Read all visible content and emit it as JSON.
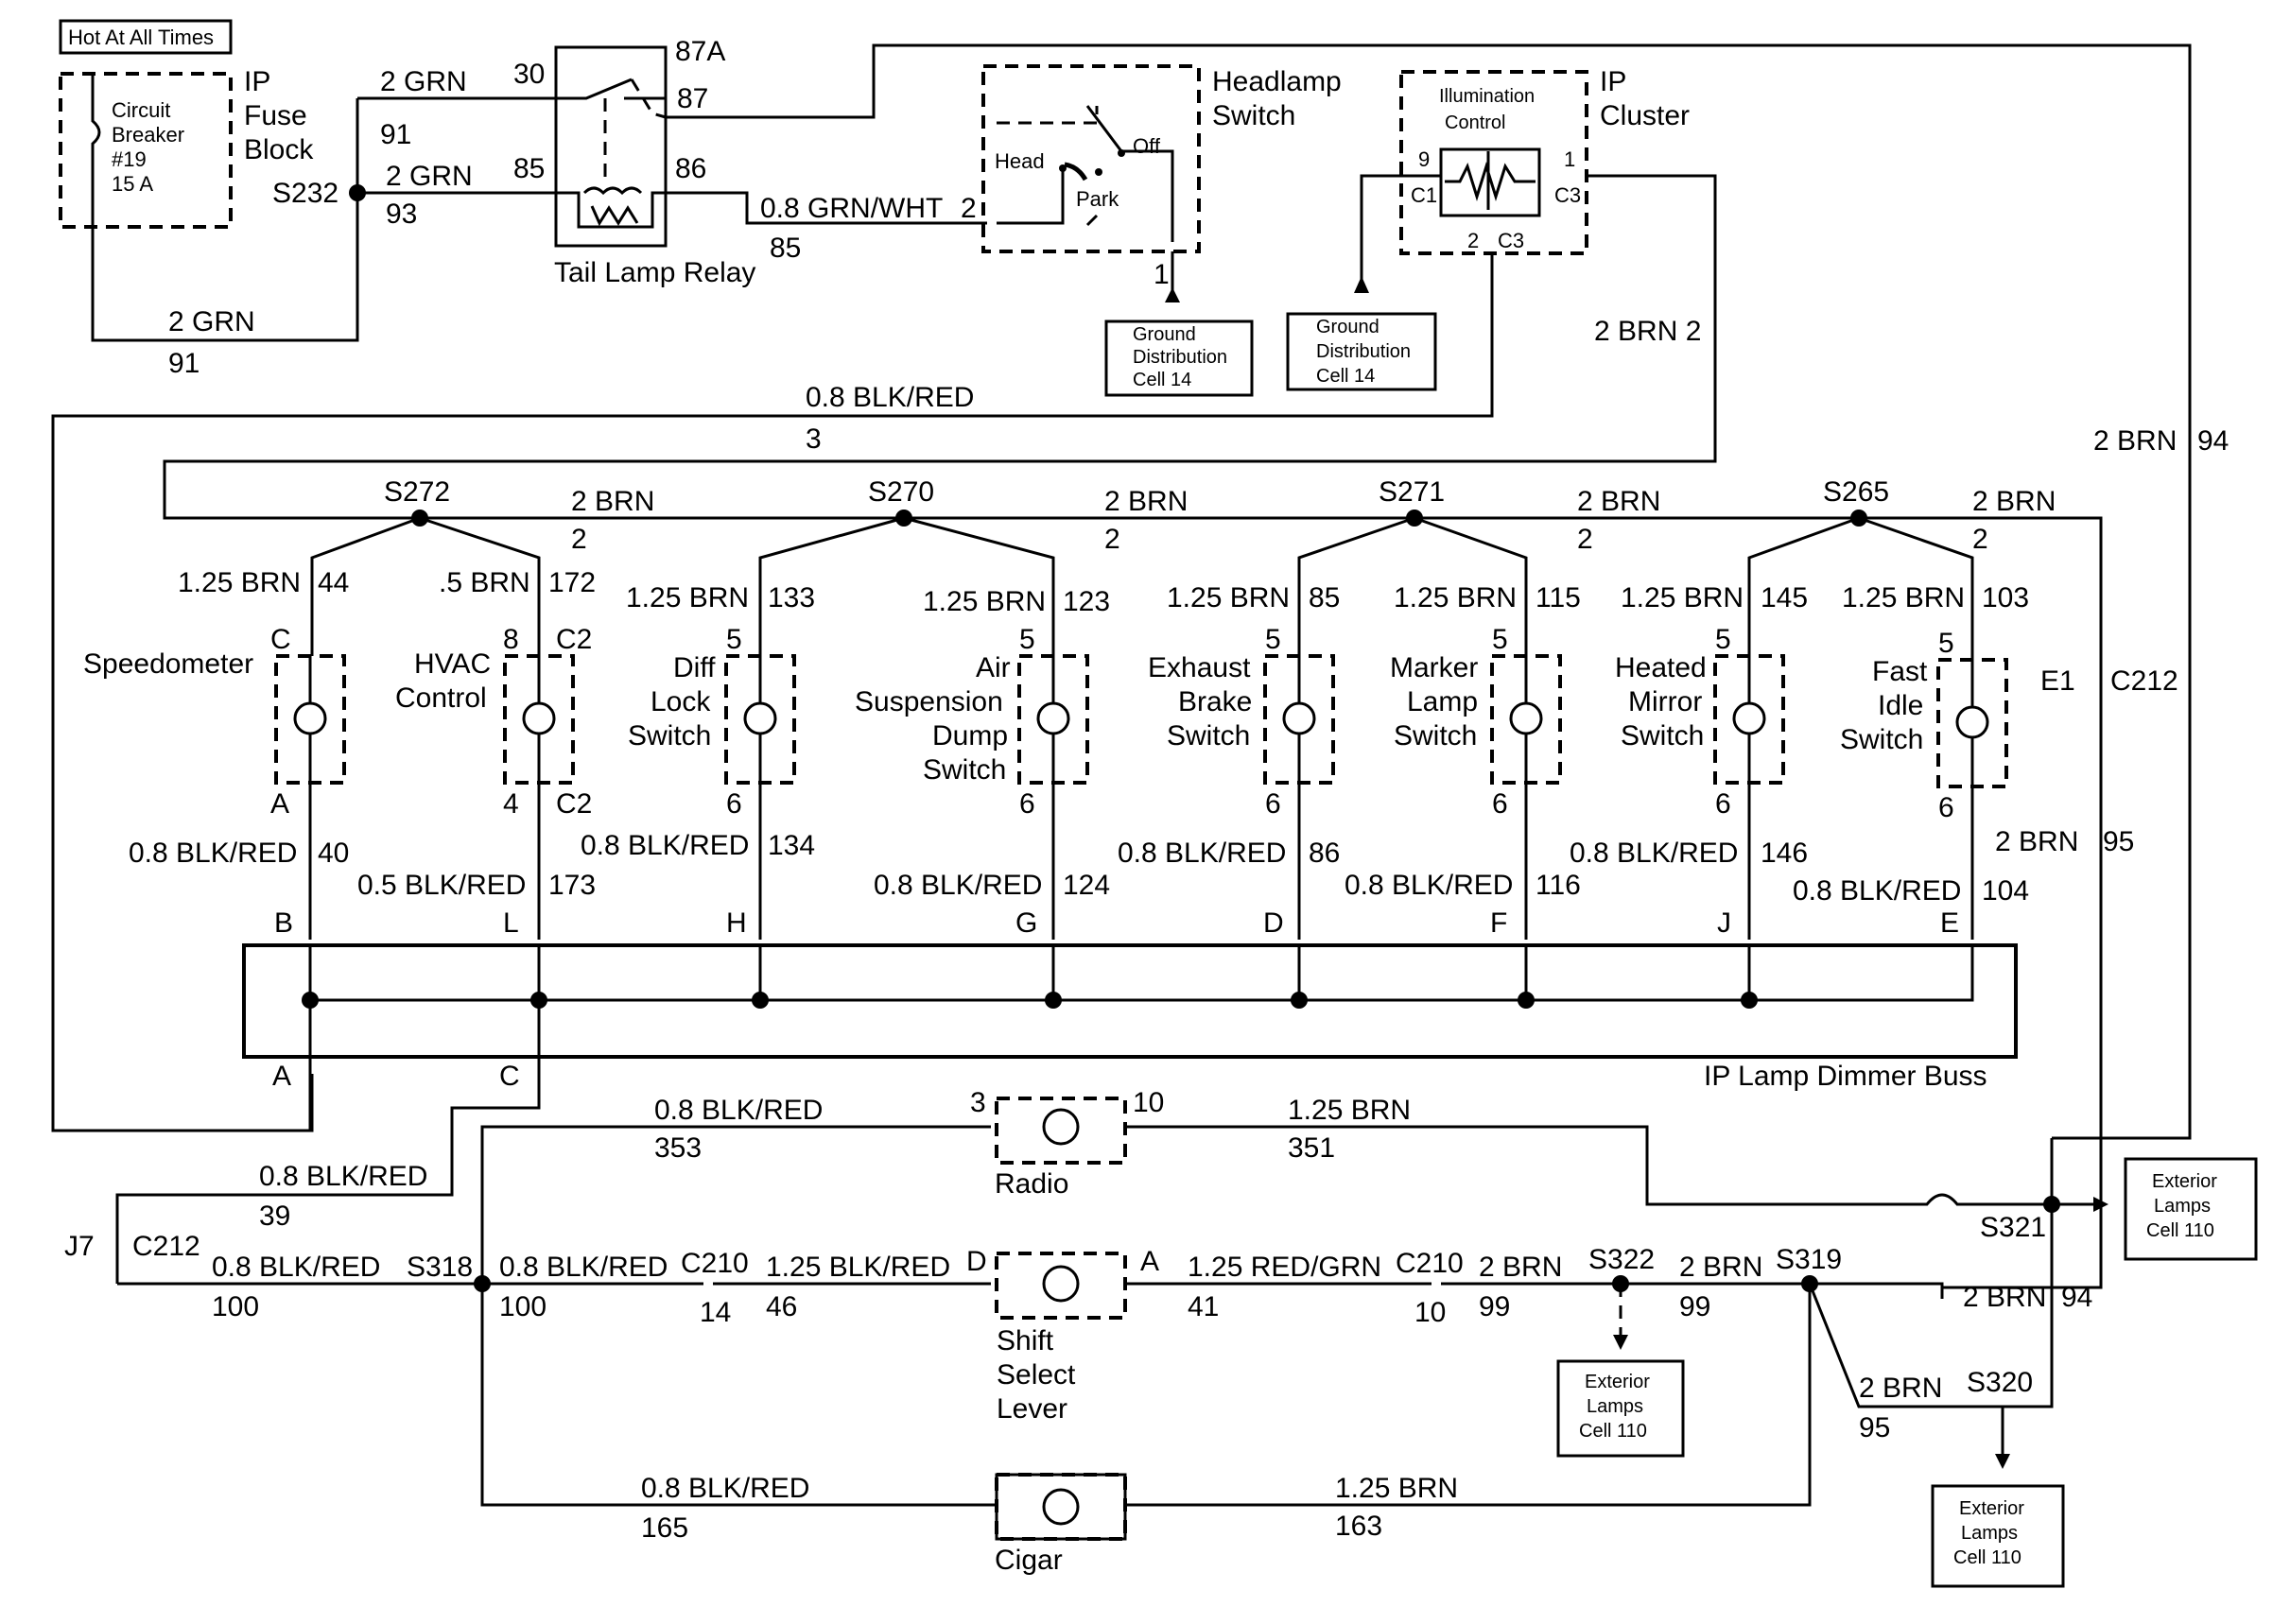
{
  "header": {
    "hot_label": "Hot At All Times"
  },
  "fuse_block": {
    "lines": [
      "Circuit",
      "Breaker",
      "#19",
      "15 A"
    ],
    "title": [
      "IP",
      "Fuse",
      "Block"
    ]
  },
  "splice_s232": "S232",
  "relay": {
    "name": "Tail Lamp Relay",
    "pin_30": "30",
    "pin_85": "85",
    "pin_86": "86",
    "pin_87": "87",
    "pin_87a": "87A"
  },
  "headlamp_switch": {
    "title": [
      "Headlamp",
      "Switch"
    ],
    "pos_head": "Head",
    "pos_off": "Off",
    "pos_park": "Park",
    "pin_2": "2",
    "pin_1": "1"
  },
  "ip_cluster": {
    "title": [
      "IP",
      "Cluster"
    ],
    "inner": [
      "Illumination",
      "Control"
    ],
    "pin_9": "9",
    "c1": "C1",
    "pin_1": "1",
    "c3": "C3",
    "pin_2": "2",
    "c3b": "C3"
  },
  "ground_boxes": [
    {
      "lines": [
        "Ground",
        "Distribution",
        "Cell 14"
      ]
    },
    {
      "lines": [
        "Ground",
        "Distribution",
        "Cell 14"
      ]
    }
  ],
  "wires": {
    "w_2grn_a": "2 GRN",
    "c_91_a": "91",
    "w_2grn_b": "2 GRN",
    "c_93": "93",
    "w_2grn_c": "2 GRN",
    "c_91_c": "91",
    "w_grnwht": "0.8 GRN/WHT",
    "c_85": "85",
    "w_blkred_top": "0.8 BLK/RED",
    "c_3": "3",
    "w_2brn_cluster": "2 BRN  2",
    "w_2brn_94": "2 BRN",
    "c_94": "94",
    "w_brn_bus": [
      "2 BRN",
      "2 BRN",
      "2 BRN",
      "2 BRN"
    ],
    "c_bus": [
      "2",
      "2",
      "2",
      "2"
    ]
  },
  "splices_top": [
    "S272",
    "S270",
    "S271",
    "S265"
  ],
  "switches": [
    {
      "name": [
        "Speedometer"
      ],
      "top_wire": "1.25 BRN",
      "top_circ": "44",
      "top_pin": "C",
      "bot_pin": "A",
      "bot_wire": "0.8 BLK/RED",
      "bot_circ": "40",
      "bus_pin": "B"
    },
    {
      "name": [
        "HVAC",
        "Control"
      ],
      "top_wire": ".5 BRN",
      "top_circ": "172",
      "top_pin": "8",
      "top_conn": "C2",
      "bot_pin": "4",
      "bot_conn": "C2",
      "bot_wire": "0.5 BLK/RED",
      "bot_circ": "173",
      "bus_pin": "L"
    },
    {
      "name": [
        "Diff",
        "Lock",
        "Switch"
      ],
      "top_wire": "1.25 BRN",
      "top_circ": "133",
      "top_pin": "5",
      "bot_pin": "6",
      "bot_wire": "0.8 BLK/RED",
      "bot_circ": "134",
      "bus_pin": "H"
    },
    {
      "name": [
        "Air",
        "Suspension",
        "Dump",
        "Switch"
      ],
      "top_wire": "1.25 BRN",
      "top_circ": "123",
      "top_pin": "5",
      "bot_pin": "6",
      "bot_wire": "0.8 BLK/RED",
      "bot_circ": "124",
      "bus_pin": "G"
    },
    {
      "name": [
        "Exhaust",
        "Brake",
        "Switch"
      ],
      "top_wire": "1.25 BRN",
      "top_circ": "85",
      "top_pin": "5",
      "bot_pin": "6",
      "bot_wire": "0.8 BLK/RED",
      "bot_circ": "86",
      "bus_pin": "D"
    },
    {
      "name": [
        "Marker",
        "Lamp",
        "Switch"
      ],
      "top_wire": "1.25 BRN",
      "top_circ": "115",
      "top_pin": "5",
      "bot_pin": "6",
      "bot_wire": "0.8 BLK/RED",
      "bot_circ": "116",
      "bus_pin": "F"
    },
    {
      "name": [
        "Heated",
        "Mirror",
        "Switch"
      ],
      "top_wire": "1.25 BRN",
      "top_circ": "145",
      "top_pin": "5",
      "bot_pin": "6",
      "bot_wire": "0.8 BLK/RED",
      "bot_circ": "146",
      "bus_pin": "J"
    },
    {
      "name": [
        "Fast",
        "Idle",
        "Switch"
      ],
      "top_wire": "1.25 BRN",
      "top_circ": "103",
      "top_pin": "5",
      "bot_pin": "6",
      "bot_wire": "0.8 BLK/RED",
      "bot_circ": "104",
      "bus_pin": "E"
    }
  ],
  "right_side": {
    "e1": "E1",
    "c212": "C212",
    "w_95": "2 BRN",
    "c_95": "95"
  },
  "buss": {
    "title": "IP Lamp Dimmer Buss",
    "pin_a": "A",
    "pin_c": "C"
  },
  "lower": {
    "w_39": "0.8 BLK/RED",
    "c_39": "39",
    "j7": "J7",
    "c212": "C212",
    "w_100a": "0.8 BLK/RED",
    "c_100a": "100",
    "s318": "S318",
    "w_100b": "0.8 BLK/RED",
    "c_100b": "100",
    "c210a": "C210",
    "c210a_pin": "14",
    "w_46": "1.25 BLK/RED",
    "c_46": "46",
    "pin_d": "D",
    "pin_a": "A",
    "w_41": "1.25 RED/GRN",
    "c_41": "41",
    "c210b": "C210",
    "c210b_pin": "10",
    "w_99a": "2 BRN",
    "c_99a": "99",
    "s322": "S322",
    "w_99b": "2 BRN",
    "c_99b": "99",
    "s319": "S319",
    "w_353": "0.8 BLK/RED",
    "c_353": "353",
    "radio": "Radio",
    "radio_pin3": "3",
    "radio_pin10": "10",
    "w_351": "1.25 BRN",
    "c_351": "351",
    "s321": "S321",
    "shift": [
      "Shift",
      "Select",
      "Lever"
    ],
    "w_94b": "2 BRN",
    "c_94b": "94",
    "w_95b": "2 BRN",
    "c_95b": "95",
    "s320": "S320",
    "w_165": "0.8 BLK/RED",
    "c_165": "165",
    "cigar": "Cigar",
    "w_163": "1.25 BRN",
    "c_163": "163"
  },
  "ext_boxes": [
    {
      "lines": [
        "Exterior",
        "Lamps",
        "Cell 110"
      ]
    },
    {
      "lines": [
        "Exterior",
        "Lamps",
        "Cell 110"
      ]
    },
    {
      "lines": [
        "Exterior",
        "Lamps",
        "Cell 110"
      ]
    }
  ]
}
